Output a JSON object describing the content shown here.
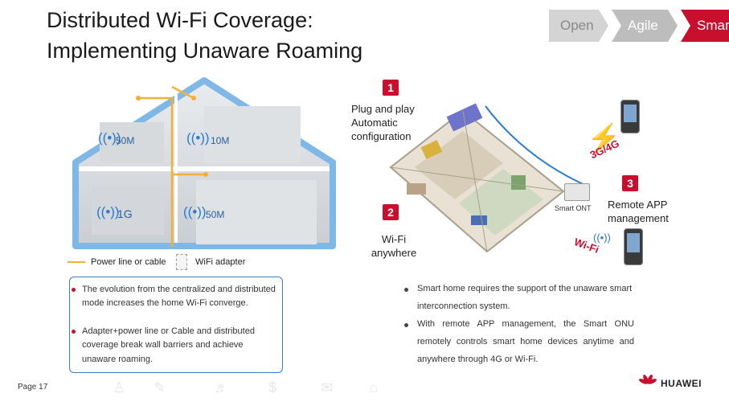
{
  "title": {
    "line1": "Distributed Wi-Fi Coverage:",
    "line2": "Implementing Unaware Roaming"
  },
  "nav": [
    {
      "label": "Open",
      "color": "#d4d4d4",
      "text_color": "#888888"
    },
    {
      "label": "Agile",
      "color": "#bdbdbd",
      "text_color": "#ffffff"
    },
    {
      "label": "Smart",
      "color": "#c8102e",
      "text_color": "#ffffff"
    }
  ],
  "house": {
    "rates": [
      "50M",
      "10M",
      "1G",
      "50M"
    ]
  },
  "legend": {
    "power_line": "Power line or cable",
    "adapter": "WiFi adapter"
  },
  "left_bullets": [
    "The evolution from the centralized and distributed mode increases the home Wi-Fi converge.",
    "Adapter+power line or Cable and distributed coverage break wall barriers and achieve unaware roaming."
  ],
  "steps": [
    {
      "num": "1",
      "text_lines": [
        "Plug and play",
        "Automatic",
        "configuration"
      ]
    },
    {
      "num": "2",
      "text_lines": [
        "Wi-Fi",
        "anywhere"
      ]
    },
    {
      "num": "3",
      "text_lines": [
        "Remote APP",
        "management"
      ]
    }
  ],
  "network_label": "3G/4G",
  "ont_label": "Smart ONT",
  "wifi_label": "Wi-Fi",
  "right_bullets": [
    "Smart home requires the support of the unaware smart interconnection system.",
    "With remote APP management, the Smart ONU remotely controls smart home devices anytime and anywhere through 4G or Wi-Fi."
  ],
  "footer": {
    "page": "Page 17",
    "brand": "HUAWEI"
  },
  "colors": {
    "accent": "#c8102e",
    "power_line": "#f2b134",
    "house_outline": "#7fb8e6",
    "box_border": "#3b7dc8"
  }
}
